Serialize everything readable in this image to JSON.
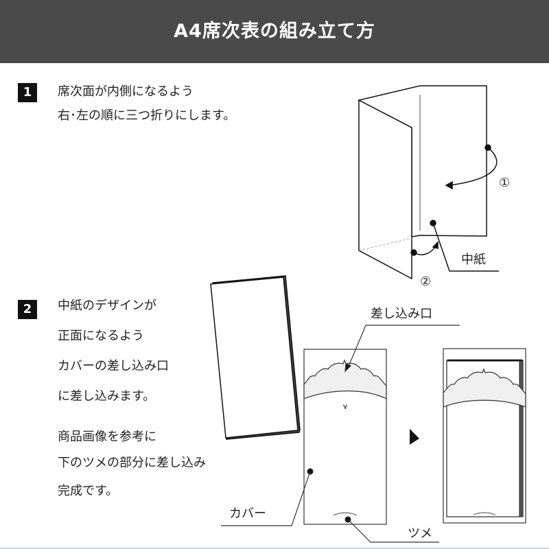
{
  "title": "A4席次表の組み立て方",
  "steps": [
    {
      "number": "1",
      "lines": [
        "席次面が内側になるよう",
        "右･左の順に三つ折りにします。"
      ]
    },
    {
      "number": "2",
      "lines": [
        "中紙のデザインが",
        "正面になるよう",
        "カバーの差し込み口",
        "に差し込みます。",
        "商品画像を参考に",
        "下のツメの部分に差し込み",
        "完成です。"
      ]
    }
  ],
  "diagram": {
    "fold_1": "①",
    "fold_2": "②",
    "inner_paper": "中紙",
    "slot": "差し込み口",
    "cover": "カバー",
    "tab": "ツメ"
  }
}
